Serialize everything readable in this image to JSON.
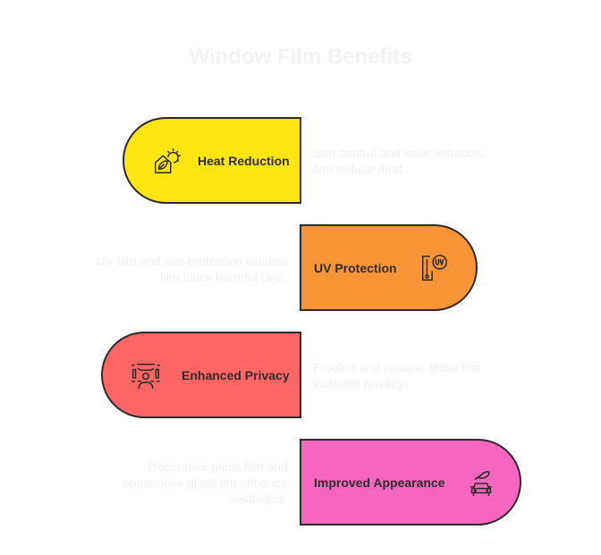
{
  "title": "Window Film Benefits",
  "items": [
    {
      "label": "Heat Reduction",
      "description": "Sun control and solar windows film reduce heat.",
      "icon": "sun-house-leaf-icon",
      "color": "#FFE512",
      "side": "left"
    },
    {
      "label": "UV Protection",
      "description": "UV film and sun protection window film block harmful rays.",
      "icon": "uv-thermometer-icon",
      "color": "#F99536",
      "side": "right"
    },
    {
      "label": "Enhanced Privacy",
      "description": "Frosted and opaque glass film increase privacy.",
      "icon": "privacy-person-icon",
      "color": "#FF6565",
      "side": "left"
    },
    {
      "label": "Improved Appearance",
      "description": "Decorative glass film and automotive glass tint enhance aesthetics.",
      "icon": "car-leaf-icon",
      "color": "#F665BE",
      "side": "right"
    }
  ]
}
